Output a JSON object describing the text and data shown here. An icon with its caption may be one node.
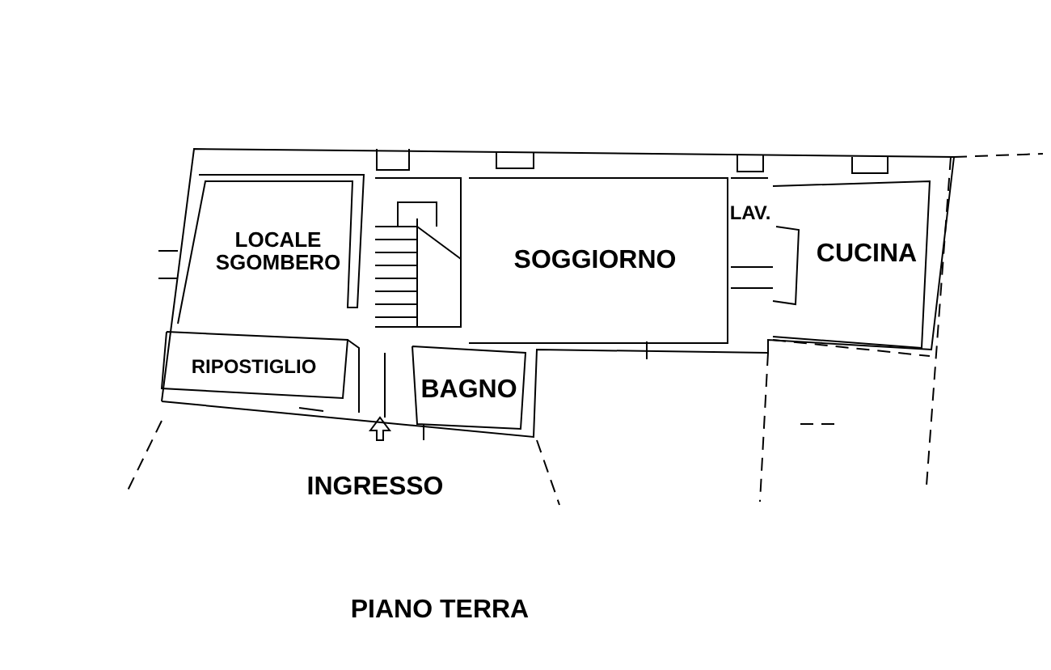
{
  "diagram": {
    "caption": "PIANO TERRA",
    "labels": [
      "LOCALE SGOMBERO",
      "SOGGIORNO",
      "LAV.",
      "CUCINA",
      "RIPOSTIGLIO",
      "BAGNO",
      "INGRESSO"
    ]
  }
}
